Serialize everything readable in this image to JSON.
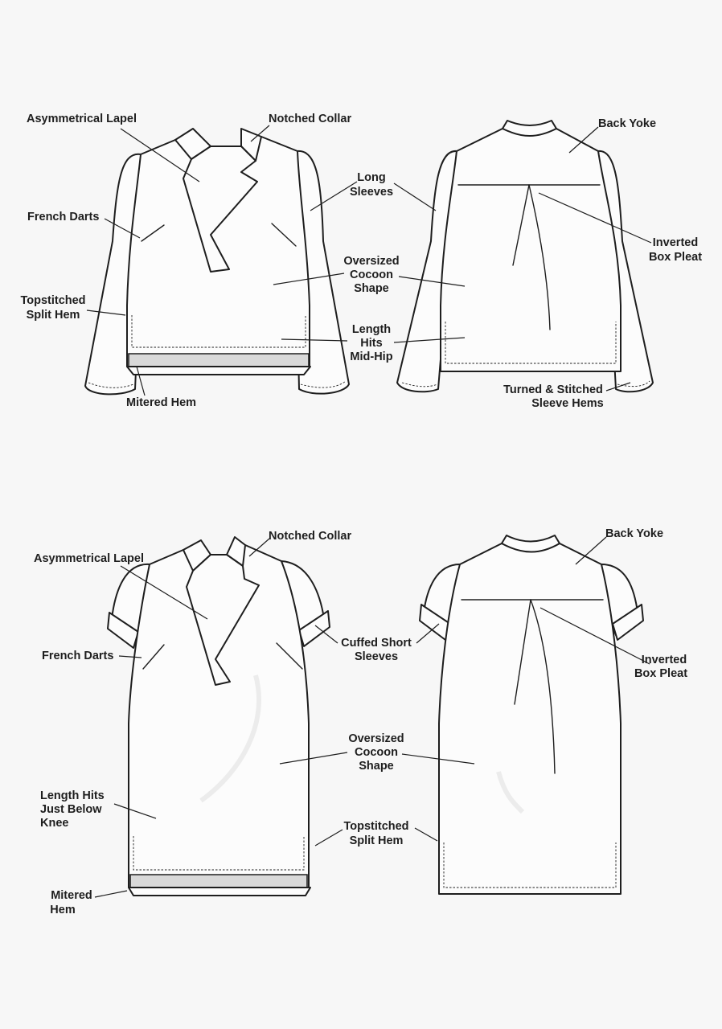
{
  "top_front": {
    "asymmetrical_lapel": "Asymmetrical Lapel",
    "notched_collar": "Notched Collar",
    "long_sleeves": [
      "Long",
      "Sleeves"
    ],
    "french_darts": "French Darts",
    "oversized_cocoon_shape": [
      "Oversized",
      "Cocoon",
      "Shape"
    ],
    "topstitched_split_hem": [
      "Topstitched",
      "Split Hem"
    ],
    "length_hits_mid_hip": [
      "Length",
      "Hits",
      "Mid-Hip"
    ],
    "mitered_hem": "Mitered Hem"
  },
  "top_back": {
    "back_yoke": "Back Yoke",
    "inverted_box_pleat": [
      "Inverted",
      "Box Pleat"
    ],
    "turned_stitched_sleeve_hems": [
      "Turned & Stitched",
      "Sleeve Hems"
    ]
  },
  "dress_front": {
    "notched_collar": "Notched Collar",
    "asymmetrical_lapel": "Asymmetrical Lapel",
    "french_darts": "French Darts",
    "cuffed_short_sleeves": [
      "Cuffed Short",
      "Sleeves"
    ],
    "oversized_cocoon_shape": [
      "Oversized",
      "Cocoon",
      "Shape"
    ],
    "length_hits_just_below_knee": [
      "Length Hits",
      "Just Below",
      "Knee"
    ],
    "topstitched_split_hem": [
      "Topstitched",
      "Split Hem"
    ],
    "mitered_hem": [
      "Mitered",
      "Hem"
    ]
  },
  "dress_back": {
    "back_yoke": "Back Yoke",
    "inverted_box_pleat": [
      "Inverted",
      "Box Pleat"
    ]
  }
}
